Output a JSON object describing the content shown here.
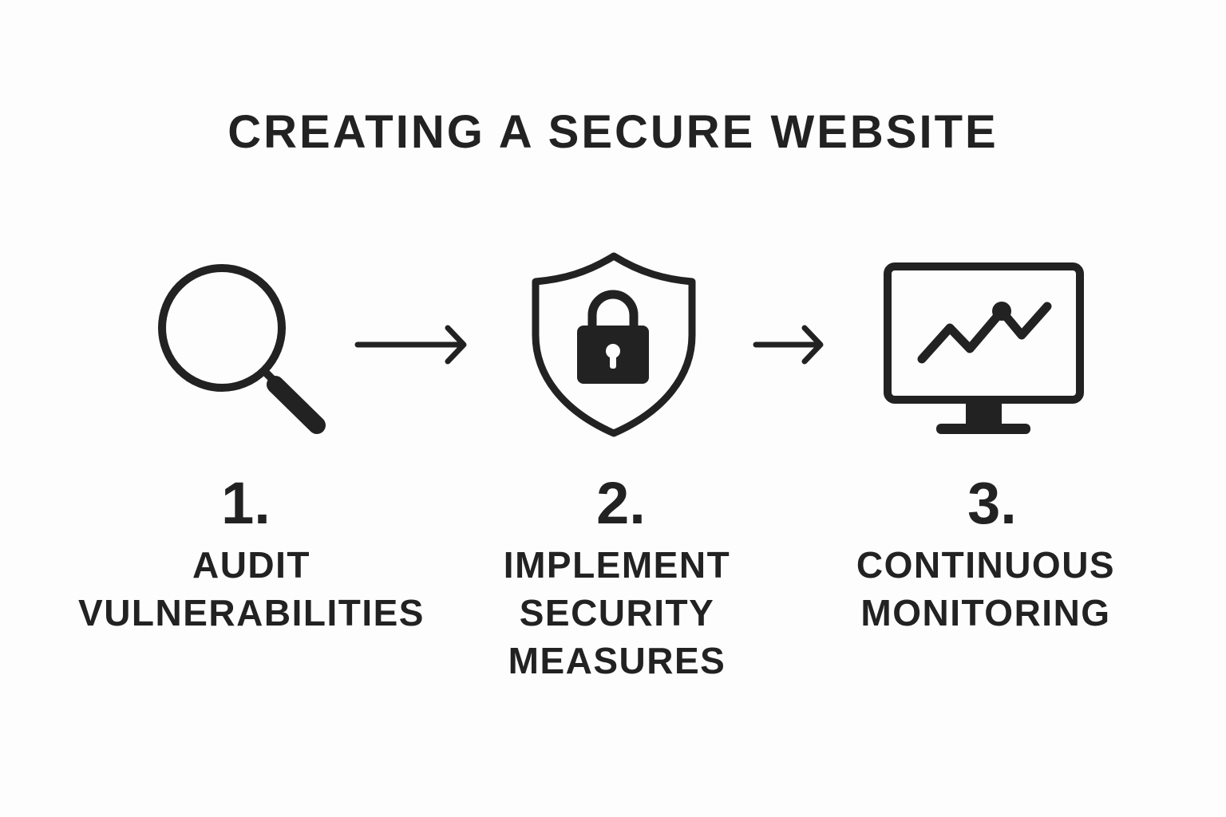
{
  "title": "CREATING A SECURE WEBSITE",
  "steps": [
    {
      "number": "1.",
      "icon": "magnifier-icon",
      "label_lines": [
        "AUDIT",
        "VULNERABILITIES"
      ]
    },
    {
      "number": "2.",
      "icon": "shield-lock-icon",
      "label_lines": [
        "IMPLEMENT",
        "SECURITY",
        "MEASURES"
      ]
    },
    {
      "number": "3.",
      "icon": "monitor-chart-icon",
      "label_lines": [
        "CONTINUOUS",
        "MONITORING"
      ]
    }
  ],
  "colors": {
    "ink": "#222222",
    "background": "#fdfdfd"
  }
}
